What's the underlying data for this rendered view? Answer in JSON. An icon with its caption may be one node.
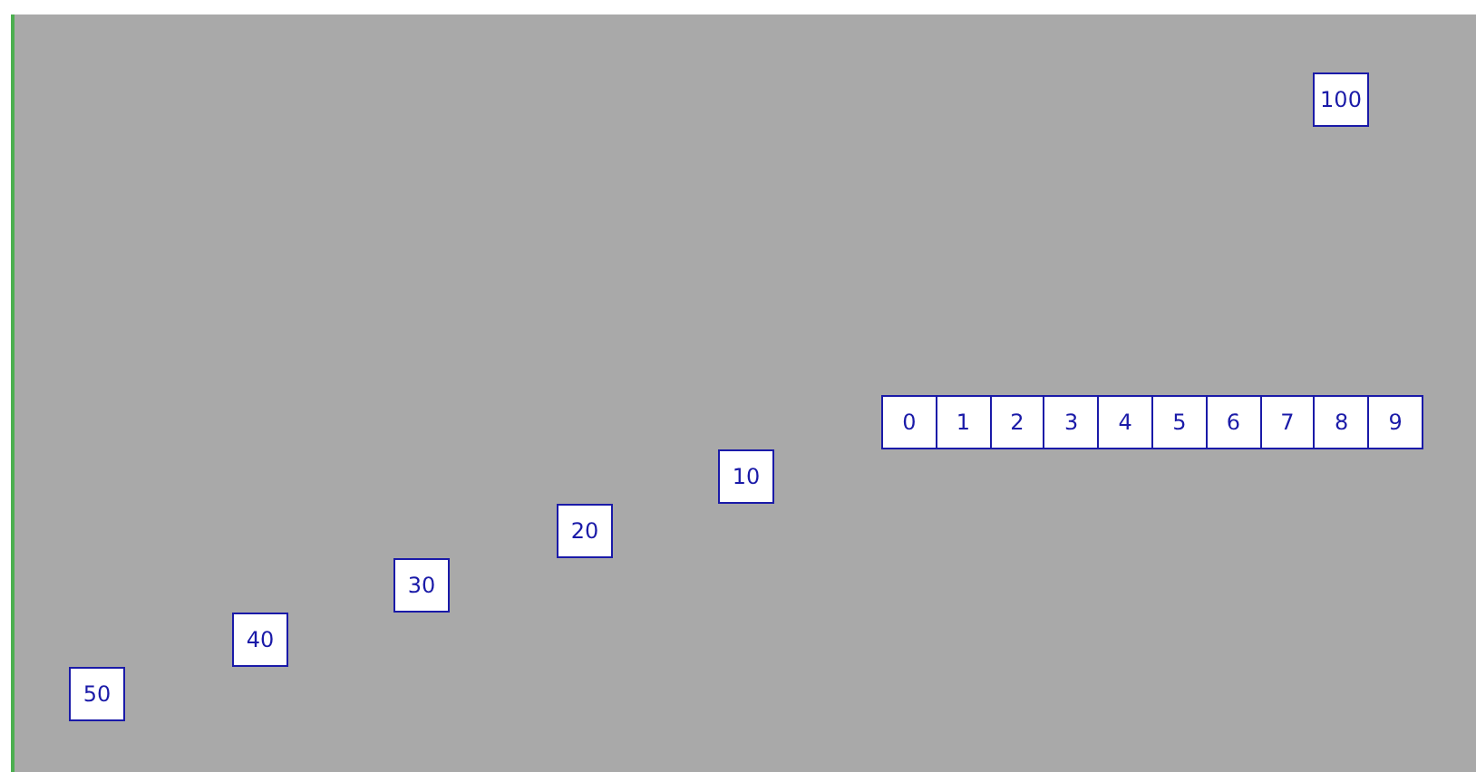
{
  "diagram": {
    "nodes": [
      {
        "text": [
          "100"
        ]
      },
      {
        "text": [
          "0"
        ]
      },
      {
        "text": [
          "1"
        ]
      },
      {
        "text": [
          "2"
        ]
      },
      {
        "text": [
          "3"
        ]
      },
      {
        "text": [
          "4"
        ]
      },
      {
        "text": [
          "5"
        ]
      },
      {
        "text": [
          "6"
        ]
      },
      {
        "text": [
          "7"
        ]
      },
      {
        "text": [
          "8"
        ]
      },
      {
        "text": [
          "9"
        ]
      },
      {
        "text": [
          "10"
        ]
      },
      {
        "text": [
          "20"
        ]
      },
      {
        "text": [
          "30"
        ]
      },
      {
        "text": [
          "40"
        ]
      },
      {
        "text": [
          "50"
        ]
      }
    ]
  }
}
